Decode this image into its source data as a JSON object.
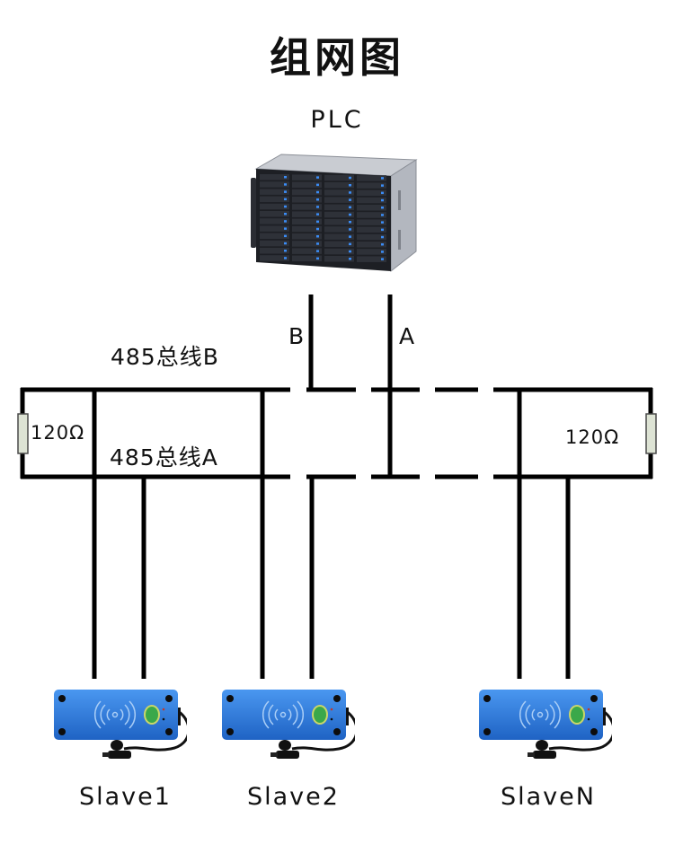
{
  "title": "组网图",
  "master": {
    "label": "PLC",
    "icon": "server-rack-icon"
  },
  "wires": {
    "b_label": "B",
    "a_label": "A"
  },
  "bus": {
    "b_label": "485总线B",
    "a_label": "485总线A"
  },
  "terminators": [
    {
      "label": "120Ω"
    },
    {
      "label": "120Ω"
    }
  ],
  "slaves": [
    {
      "label": "Slave1",
      "icon": "rfid-reader-icon"
    },
    {
      "label": "Slave2",
      "icon": "rfid-reader-icon"
    },
    {
      "label": "SlaveN",
      "icon": "rfid-reader-icon"
    }
  ],
  "colors": {
    "line": "#000000",
    "device_blue": "#2f7fe0",
    "resistor_fill": "#dde3d4",
    "led_green": "#4cc04a"
  }
}
